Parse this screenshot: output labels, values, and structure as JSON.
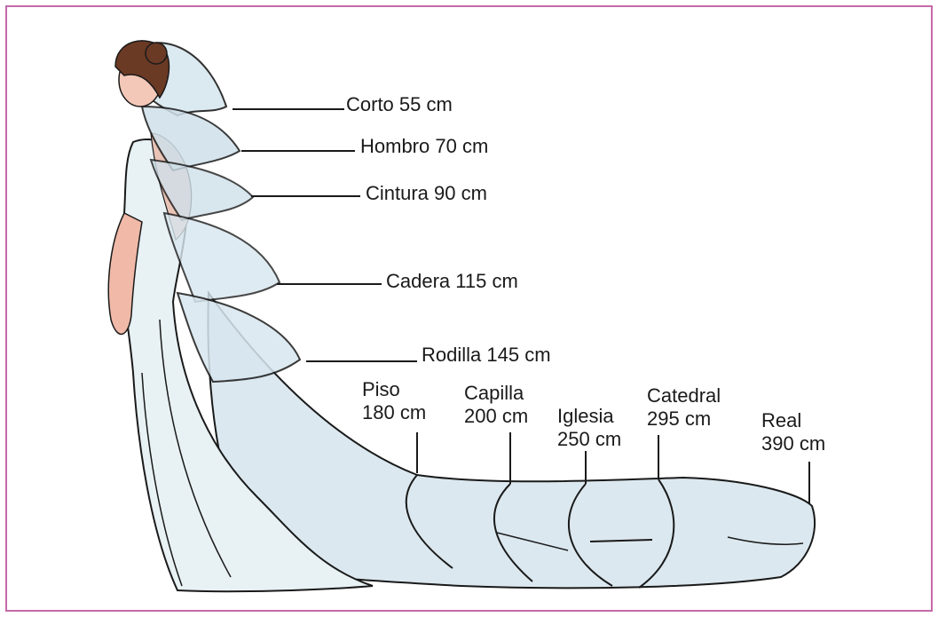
{
  "veil_lengths": [
    {
      "id": "corto",
      "label": "Corto 55 cm"
    },
    {
      "id": "hombro",
      "label": "Hombro 70 cm"
    },
    {
      "id": "cintura",
      "label": "Cintura 90 cm"
    },
    {
      "id": "cadera",
      "label": "Cadera 115 cm"
    },
    {
      "id": "rodilla",
      "label": "Rodilla 145 cm"
    }
  ],
  "train_lengths": [
    {
      "id": "piso",
      "name": "Piso",
      "value": "180 cm"
    },
    {
      "id": "capilla",
      "name": "Capilla",
      "value": "200 cm"
    },
    {
      "id": "iglesia",
      "name": "Iglesia",
      "value": "250 cm"
    },
    {
      "id": "catedral",
      "name": "Catedral",
      "value": "295 cm"
    },
    {
      "id": "real",
      "name": "Real",
      "value": "390 cm"
    }
  ],
  "colors": {
    "frame_border": "#c46aa8",
    "veil": "#d8e7ef",
    "veil_shade": "#bcd3df",
    "dress": "#e8f1f4",
    "skin": "#f0b9a8",
    "hair": "#6b3a24"
  }
}
